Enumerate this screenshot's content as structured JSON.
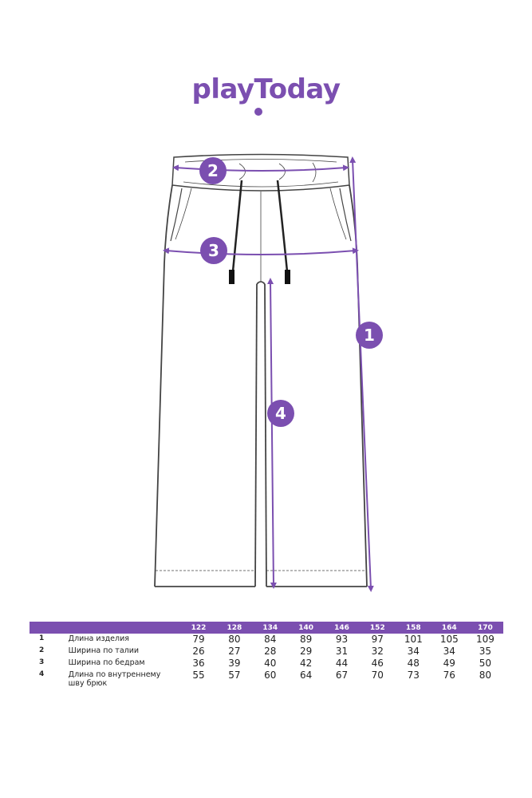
{
  "brand": {
    "logo_text": "playToday"
  },
  "callouts": [
    "1",
    "2",
    "3",
    "4"
  ],
  "table": {
    "sizes": [
      "122",
      "128",
      "134",
      "140",
      "146",
      "152",
      "158",
      "164",
      "170"
    ],
    "rows": [
      {
        "num": "1",
        "name": "Длина изделия",
        "values": [
          "79",
          "80",
          "84",
          "89",
          "93",
          "97",
          "101",
          "105",
          "109"
        ]
      },
      {
        "num": "2",
        "name": "Ширина по талии",
        "values": [
          "26",
          "27",
          "28",
          "29",
          "31",
          "32",
          "34",
          "34",
          "35"
        ]
      },
      {
        "num": "3",
        "name": "Ширина по бедрам",
        "values": [
          "36",
          "39",
          "40",
          "42",
          "44",
          "46",
          "48",
          "49",
          "50"
        ]
      },
      {
        "num": "4",
        "name": "Длина по внутреннему шву брюк",
        "values": [
          "55",
          "57",
          "60",
          "64",
          "67",
          "70",
          "73",
          "76",
          "80"
        ]
      }
    ]
  },
  "colors": {
    "accent": "#7b4fb0",
    "outline": "#444444"
  }
}
